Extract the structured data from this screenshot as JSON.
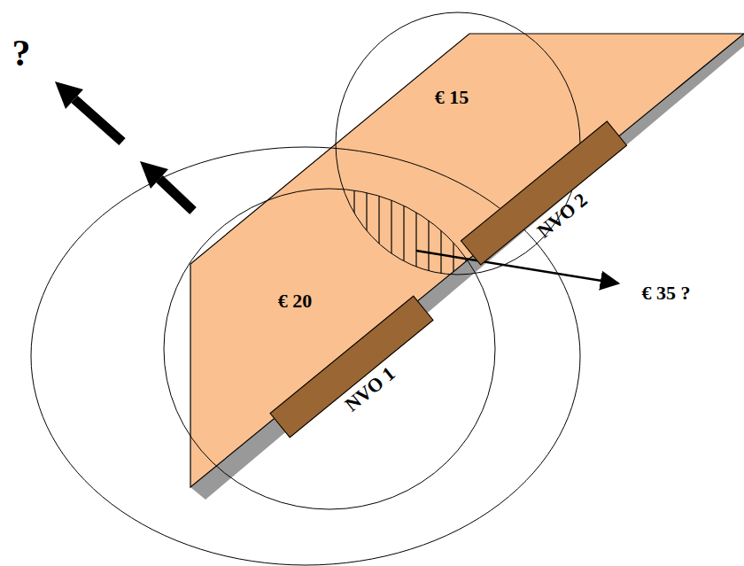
{
  "diagram": {
    "nodes": [
      {
        "text": [
          "NVO 1"
        ]
      },
      {
        "text": [
          "NVO 2"
        ]
      }
    ],
    "labels": [
      "€ 20",
      "€ 15",
      "€ 35 ?",
      "?"
    ]
  }
}
